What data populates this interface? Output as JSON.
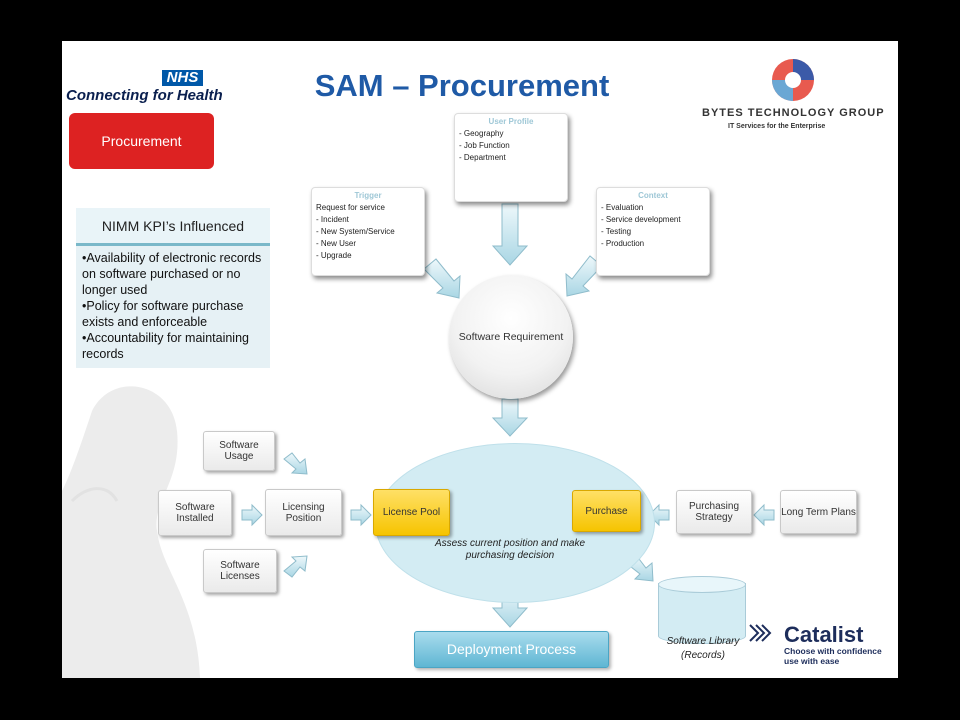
{
  "title": "SAM – Procurement",
  "logos": {
    "nhs_box": "NHS",
    "nhs_text": "Connecting for Health",
    "bytes_name": "BYTES TECHNOLOGY GROUP",
    "bytes_sub": "IT Services for the Enterprise",
    "catalist_name": "Catalist",
    "catalist_tagline_1": "Choose with confidence",
    "catalist_tagline_2": "use with ease"
  },
  "procurement_button": "Procurement",
  "kpi": {
    "heading": "NIMM KPI’s Influenced",
    "items": [
      "Availability of electronic records on software purchased or no longer used",
      "Policy for software purchase exists and enforceable",
      "Accountability for maintaining records"
    ]
  },
  "trigger": {
    "heading": "Trigger",
    "lines": [
      "Request for service",
      "- Incident",
      "- New System/Service",
      "- New User",
      "- Upgrade"
    ]
  },
  "user_profile": {
    "heading": "User Profile",
    "lines": [
      "- Geography",
      "- Job Function",
      "- Department"
    ]
  },
  "context": {
    "heading": "Context",
    "lines": [
      "- Evaluation",
      "- Service development",
      "- Testing",
      "- Production"
    ]
  },
  "software_requirement": "Software Requirement",
  "flow": {
    "software_usage": "Software Usage",
    "software_installed": "Software Installed",
    "software_licenses": "Software Licenses",
    "licensing_position": "Licensing Position",
    "license_pool": "License Pool",
    "purchase": "Purchase",
    "purchasing_strategy": "Purchasing Strategy",
    "long_term_plans": "Long Term Plans"
  },
  "assess_text": "Assess current position and make purchasing decision",
  "deployment_process": "Deployment Process",
  "software_library": "Software Library (Records)",
  "colors": {
    "title": "#1f5aa6",
    "procurement": "#dd2222",
    "license_pool": "#f6c400",
    "ellipse": "#d3ecf3",
    "deployment": "#5fb6d3"
  }
}
